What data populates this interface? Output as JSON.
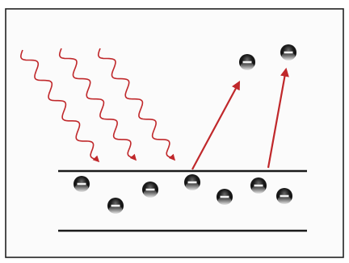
{
  "figure": {
    "description_text": "",
    "electron_symbol": "−",
    "colors": {
      "frame": "#222222",
      "background": "#fbfbfb",
      "photon": "#c0282b",
      "plate": "#1a1a1a",
      "electron_dark": "#1b1b1b",
      "electron_light": "#e8e8e8"
    },
    "incident_photon_count": 3,
    "bound_electron_count": 7,
    "emitted_electron_count": 2
  }
}
